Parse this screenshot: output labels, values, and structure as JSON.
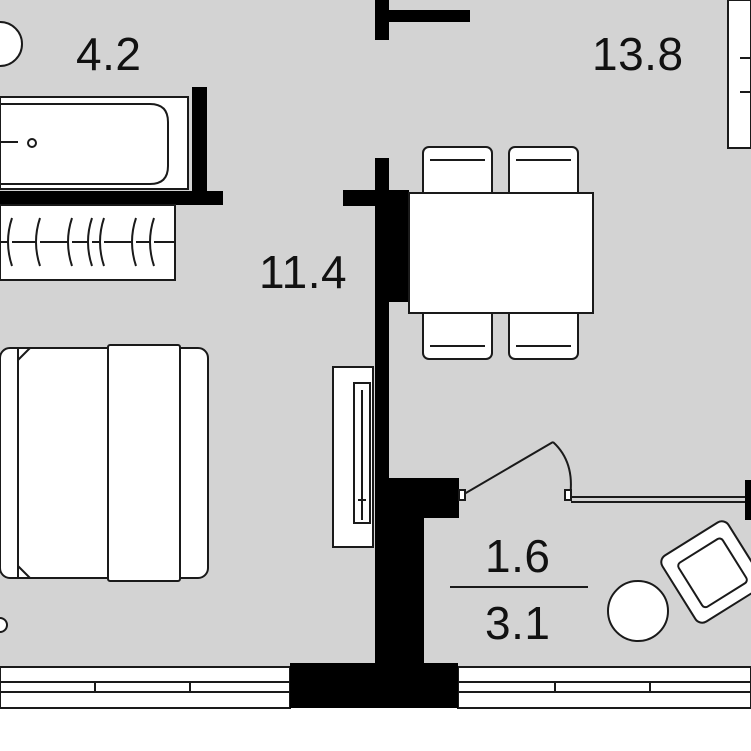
{
  "colors": {
    "floor": "#d3d3d3",
    "wall": "#000000",
    "furniture_fill": "#ffffff",
    "outline": "#1a1a1a",
    "text": "#111111"
  },
  "areas": {
    "bathroom": "4.2",
    "bedroom": "11.4",
    "kitchen_living": "13.8",
    "hallway": "1.6",
    "balcony": "3.1"
  }
}
